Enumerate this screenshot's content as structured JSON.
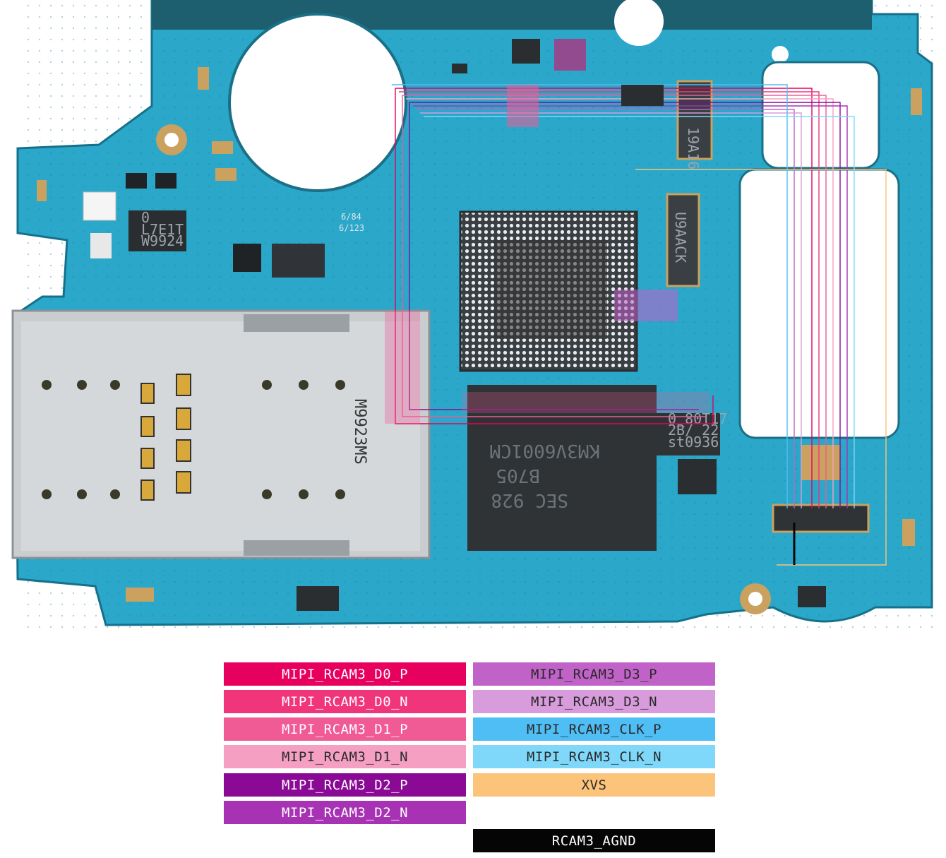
{
  "board": {
    "chip_labels": {
      "pmic_line1": "0",
      "pmic_line2": "L7E1T",
      "pmic_line3": "W9924",
      "emcp_line1": "KM3V6001CM",
      "emcp_line2": "B705",
      "emcp_line3": "SEC 928",
      "side_chip_line1": "0_80T17",
      "side_chip_line2": "2B/ 22",
      "side_chip_line3": "st0936",
      "sim_tray_text": "M9923MS",
      "connector_top": "U9AACK",
      "connector_upper": "19A16",
      "small_top_1": "6/84",
      "small_top_2": "6/123"
    },
    "colors": {
      "pcb": "#2aa7c9",
      "pcb_dark": "#1b6f86",
      "soc_bg": "#3d4246",
      "emcp_bg": "#2f3336",
      "sim_metal": "#c9cdd0"
    }
  },
  "legend": {
    "items": [
      {
        "label": "MIPI_RCAM3_D0_P",
        "color": "#e8005f",
        "text": "light"
      },
      {
        "label": "MIPI_RCAM3_D0_N",
        "color": "#f0357a",
        "text": "light"
      },
      {
        "label": "MIPI_RCAM3_D1_P",
        "color": "#f05b95",
        "text": "light"
      },
      {
        "label": "MIPI_RCAM3_D1_N",
        "color": "#f5a0c3",
        "text": "dark"
      },
      {
        "label": "MIPI_RCAM3_D2_P",
        "color": "#8a0a96",
        "text": "light"
      },
      {
        "label": "MIPI_RCAM3_D2_N",
        "color": "#a732b3",
        "text": "light"
      },
      {
        "label": "MIPI_RCAM3_D3_P",
        "color": "#c062c8",
        "text": "dark"
      },
      {
        "label": "MIPI_RCAM3_D3_N",
        "color": "#d89cdc",
        "text": "dark"
      },
      {
        "label": "MIPI_RCAM3_CLK_P",
        "color": "#4fbef5",
        "text": "dark"
      },
      {
        "label": "MIPI_RCAM3_CLK_N",
        "color": "#7fd8fa",
        "text": "dark"
      },
      {
        "label": "XVS",
        "color": "#fcc47b",
        "text": "dark"
      },
      {
        "label": "RCAM3_AGND",
        "color": "#050505",
        "text": "light"
      }
    ]
  }
}
